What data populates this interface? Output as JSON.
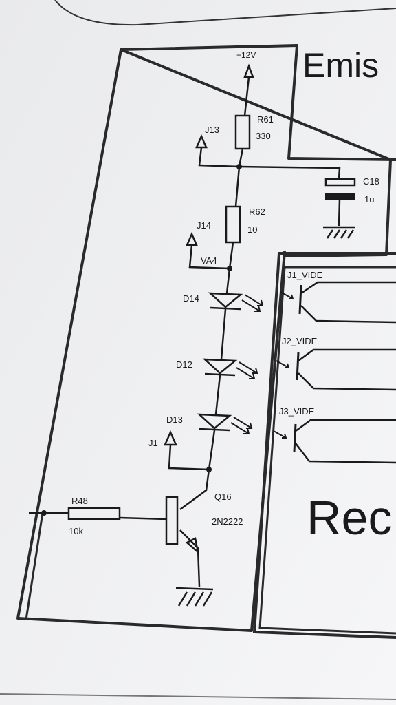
{
  "sections": {
    "emission_title": "Emis",
    "reception_title": "Rec"
  },
  "power": {
    "label": "+12V"
  },
  "resistors": {
    "r61": {
      "ref": "R61",
      "value": "330"
    },
    "r62": {
      "ref": "R62",
      "value": "10"
    },
    "r48": {
      "ref": "R48",
      "value": "10k"
    }
  },
  "capacitor": {
    "ref": "C18",
    "value": "1u"
  },
  "test_points": {
    "j13": "J13",
    "j14": "J14",
    "j1": "J1"
  },
  "nets": {
    "va4": "VA4"
  },
  "leds": {
    "d14": "D14",
    "d12": "D12",
    "d13": "D13"
  },
  "transistor": {
    "ref": "Q16",
    "part": "2N2222"
  },
  "receivers": [
    "J1_VIDE",
    "J2_VIDE",
    "J3_VIDE"
  ],
  "colors": {
    "ink": "#1a1a1a",
    "paper": "#f1f1f3",
    "background": "#d9dadc"
  }
}
